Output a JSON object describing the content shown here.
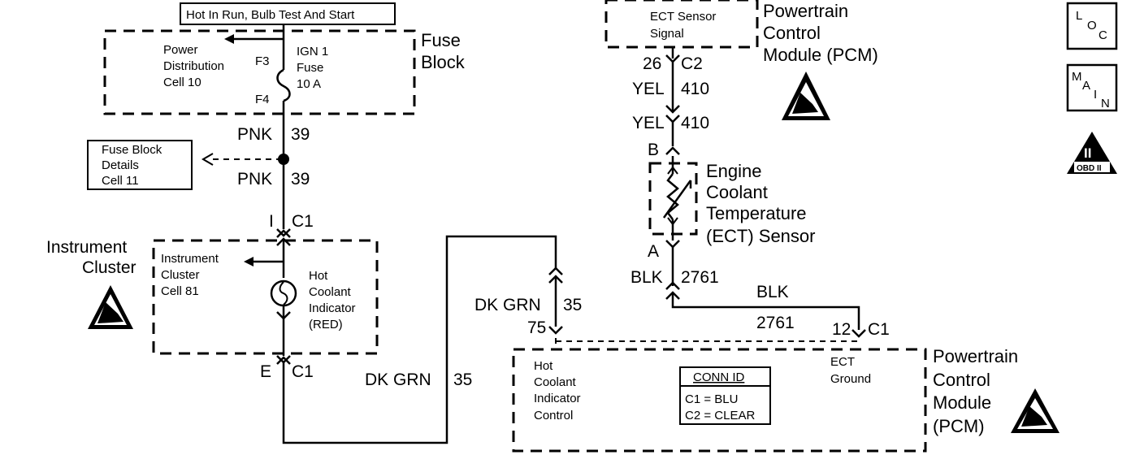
{
  "header_label": "Hot In Run, Bulb Test And Start",
  "fuse_block": {
    "title": "Fuse Block",
    "power_dist": "Power Distribution Cell 10",
    "fuse_name": "IGN 1 Fuse",
    "fuse_rating": "10 A",
    "terminal_top": "F3",
    "terminal_bottom": "F4"
  },
  "fuse_details": [
    "Fuse Block",
    "Details",
    "Cell 11"
  ],
  "wire_pnk_upper": {
    "color": "PNK",
    "circuit": "39"
  },
  "wire_pnk_lower": {
    "color": "PNK",
    "circuit": "39"
  },
  "connector_i": {
    "pin": "I",
    "conn": "C1"
  },
  "cluster": {
    "title": "Instrument Cluster",
    "cell": "Instrument Cluster Cell 81",
    "indicator": "Hot Coolant Indicator",
    "indicator_color": "(RED)"
  },
  "connector_e": {
    "pin": "E",
    "conn": "C1"
  },
  "wire_dkgrn_left": {
    "color": "DK GRN",
    "circuit": "35"
  },
  "wire_dkgrn_right": {
    "color": "DK GRN",
    "circuit": "35"
  },
  "pcm_pin_75": "75",
  "ect_signal": [
    "ECT Sensor",
    "Signal"
  ],
  "pcm_top_title": "Powertrain Control Module (PCM)",
  "connector_26": {
    "pin": "26",
    "conn": "C2"
  },
  "wire_yel_1": {
    "color": "YEL",
    "circuit": "410"
  },
  "wire_yel_2": {
    "color": "YEL",
    "circuit": "410"
  },
  "ect_sensor": {
    "pin_b": "B",
    "pin_a": "A",
    "name": "Engine Coolant Temperature (ECT) Sensor"
  },
  "wire_blk_vert": {
    "color": "BLK",
    "circuit": "2761"
  },
  "wire_blk_horiz": {
    "color": "BLK",
    "circuit": "2761"
  },
  "connector_12": {
    "pin": "12",
    "conn": "C1"
  },
  "pcm_bottom": {
    "title": "Powertrain Control Module (PCM)",
    "hot_coolant_control": [
      "Hot",
      "Coolant",
      "Indicator",
      "Control"
    ],
    "ect_ground": [
      "ECT",
      "Ground"
    ],
    "conn_id_title": "CONN ID",
    "conn_id_c1": "C1 = BLU",
    "conn_id_c2": "C2 = CLEAR"
  },
  "icons": {
    "loc": [
      "L",
      "O",
      "C"
    ],
    "main": [
      "M",
      "A",
      "I",
      "N"
    ],
    "obd_numeral": "II",
    "obd_label": "OBD II"
  }
}
